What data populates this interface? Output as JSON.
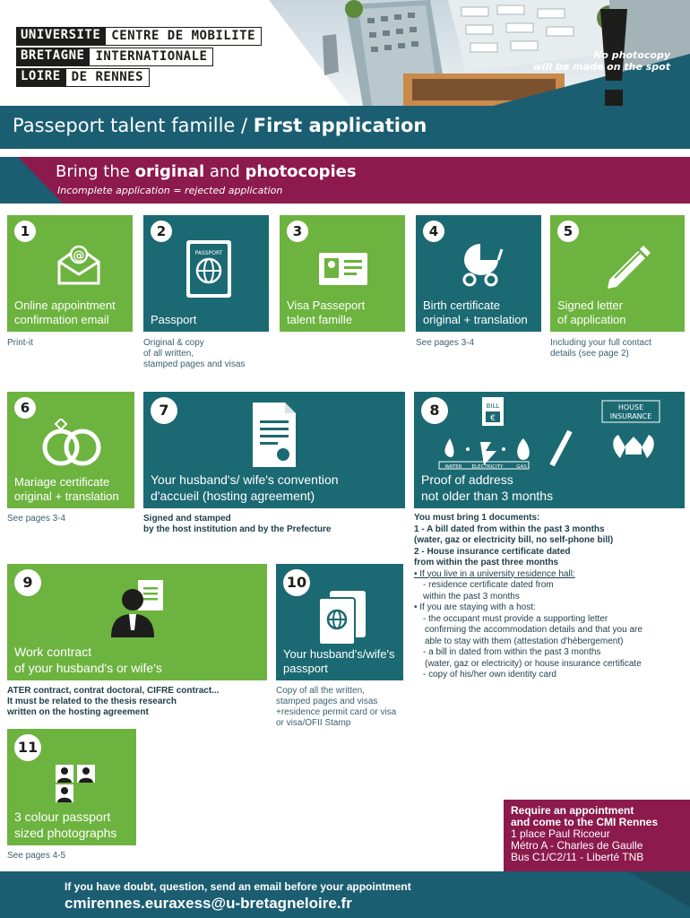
{
  "header": {
    "logo": [
      {
        "left": "UNIVERSITE",
        "right": "CENTRE DE MOBILITE"
      },
      {
        "left": "BRETAGNE",
        "right": "INTERNATIONALE"
      },
      {
        "left": "LOIRE",
        "right": "DE RENNES"
      }
    ],
    "warning_line1": "No photocopy",
    "warning_line2": "will be made on the spot"
  },
  "title": {
    "part1": "Passeport talent famille / ",
    "part2": "First application"
  },
  "banner": {
    "t1": "Bring the ",
    "t2": "original",
    "t3": " and ",
    "t4": "photocopies",
    "subtitle": "Incomplete application = rejected application"
  },
  "tiles": [
    {
      "num": "1",
      "line1": "Online appointment",
      "line2": "confirmation email",
      "note": [
        "Print-it"
      ]
    },
    {
      "num": "2",
      "line1": "Passport",
      "line2": "",
      "note": [
        "Original & copy",
        "of all written,",
        "stamped pages and visas"
      ],
      "icon_text": "PASSPORT"
    },
    {
      "num": "3",
      "line1": "Visa Passeport",
      "line2": "talent famille",
      "note": []
    },
    {
      "num": "4",
      "line1": "Birth certificate",
      "line2": "original + translation",
      "note": [
        "See pages 3-4"
      ]
    },
    {
      "num": "5",
      "line1": "Signed letter",
      "line2": "of application",
      "note": [
        "Including your full contact",
        "details (see page 2)"
      ]
    },
    {
      "num": "6",
      "line1": "Mariage certificate",
      "line2": "original + translation",
      "note": [
        "See pages 3-4"
      ]
    },
    {
      "num": "7",
      "line1": "Your husband's/ wife's convention",
      "line2": "d'accueil (hosting agreement)",
      "note": [
        "Signed and stamped",
        "by the host institution and by the Prefecture"
      ]
    },
    {
      "num": "8",
      "line1": "Proof of address",
      "line2": "not older than 3 months",
      "icon_bill": "BILL",
      "icon_house": [
        "HOUSE",
        "INSURANCE"
      ],
      "icon_utilities": [
        "WATER",
        "ELECTRICITY",
        "GAS"
      ]
    },
    {
      "num": "9",
      "line1": "Work contract",
      "line2": "of your husband's or wife's",
      "note": [
        "ATER contract, contrat doctoral, CIFRE contract...",
        "It must be related to the thesis research",
        "written on the hosting agreement"
      ]
    },
    {
      "num": "10",
      "line1": "Your husband's/wife's",
      "line2": "passport",
      "note": [
        "Copy of all the written,",
        "stamped pages and visas",
        "+residence permit card or visa",
        "or visa/OFII Stamp"
      ]
    },
    {
      "num": "11",
      "line1": "3 colour passport",
      "line2": "sized photographs",
      "note": [
        "See pages 4-5"
      ]
    }
  ],
  "proof": [
    "You must bring 1 documents:",
    "1 - A bill dated from within the past 3 months",
    "(water, gaz or electricity bill, no self-phone bill)",
    "2 - House insurance certificate dated",
    "from within the past three months",
    "• If you live in a university residence hall:",
    "- residence certificate dated from",
    "within the past 3 months",
    "• If you are staying with a host:",
    "- the occupant must provide a supporting letter",
    "confirming the accommodation details and that you are",
    "able to stay with them (attestation d'hébergement)",
    "- a bill in dated from within the past 3 months",
    "(water, gaz or electricity) or house insurance certificate",
    "- copy of his/her own identity card"
  ],
  "appointment": [
    "Require an appointment",
    "and come to the CMI Rennes",
    "1 place Paul Ricoeur",
    "Métro A - Charles de Gaulle",
    "Bus C1/C2/11 - Liberté TNB"
  ],
  "footer": {
    "line1": "If you have doubt, question, send an email before your appointment",
    "email": "cmirennes.euraxess@u-bretagneloire.fr"
  },
  "colors": {
    "green": "#6db33f",
    "teal": "#1b6972",
    "dark_teal": "#1b5e72",
    "magenta": "#8c1a4c"
  }
}
